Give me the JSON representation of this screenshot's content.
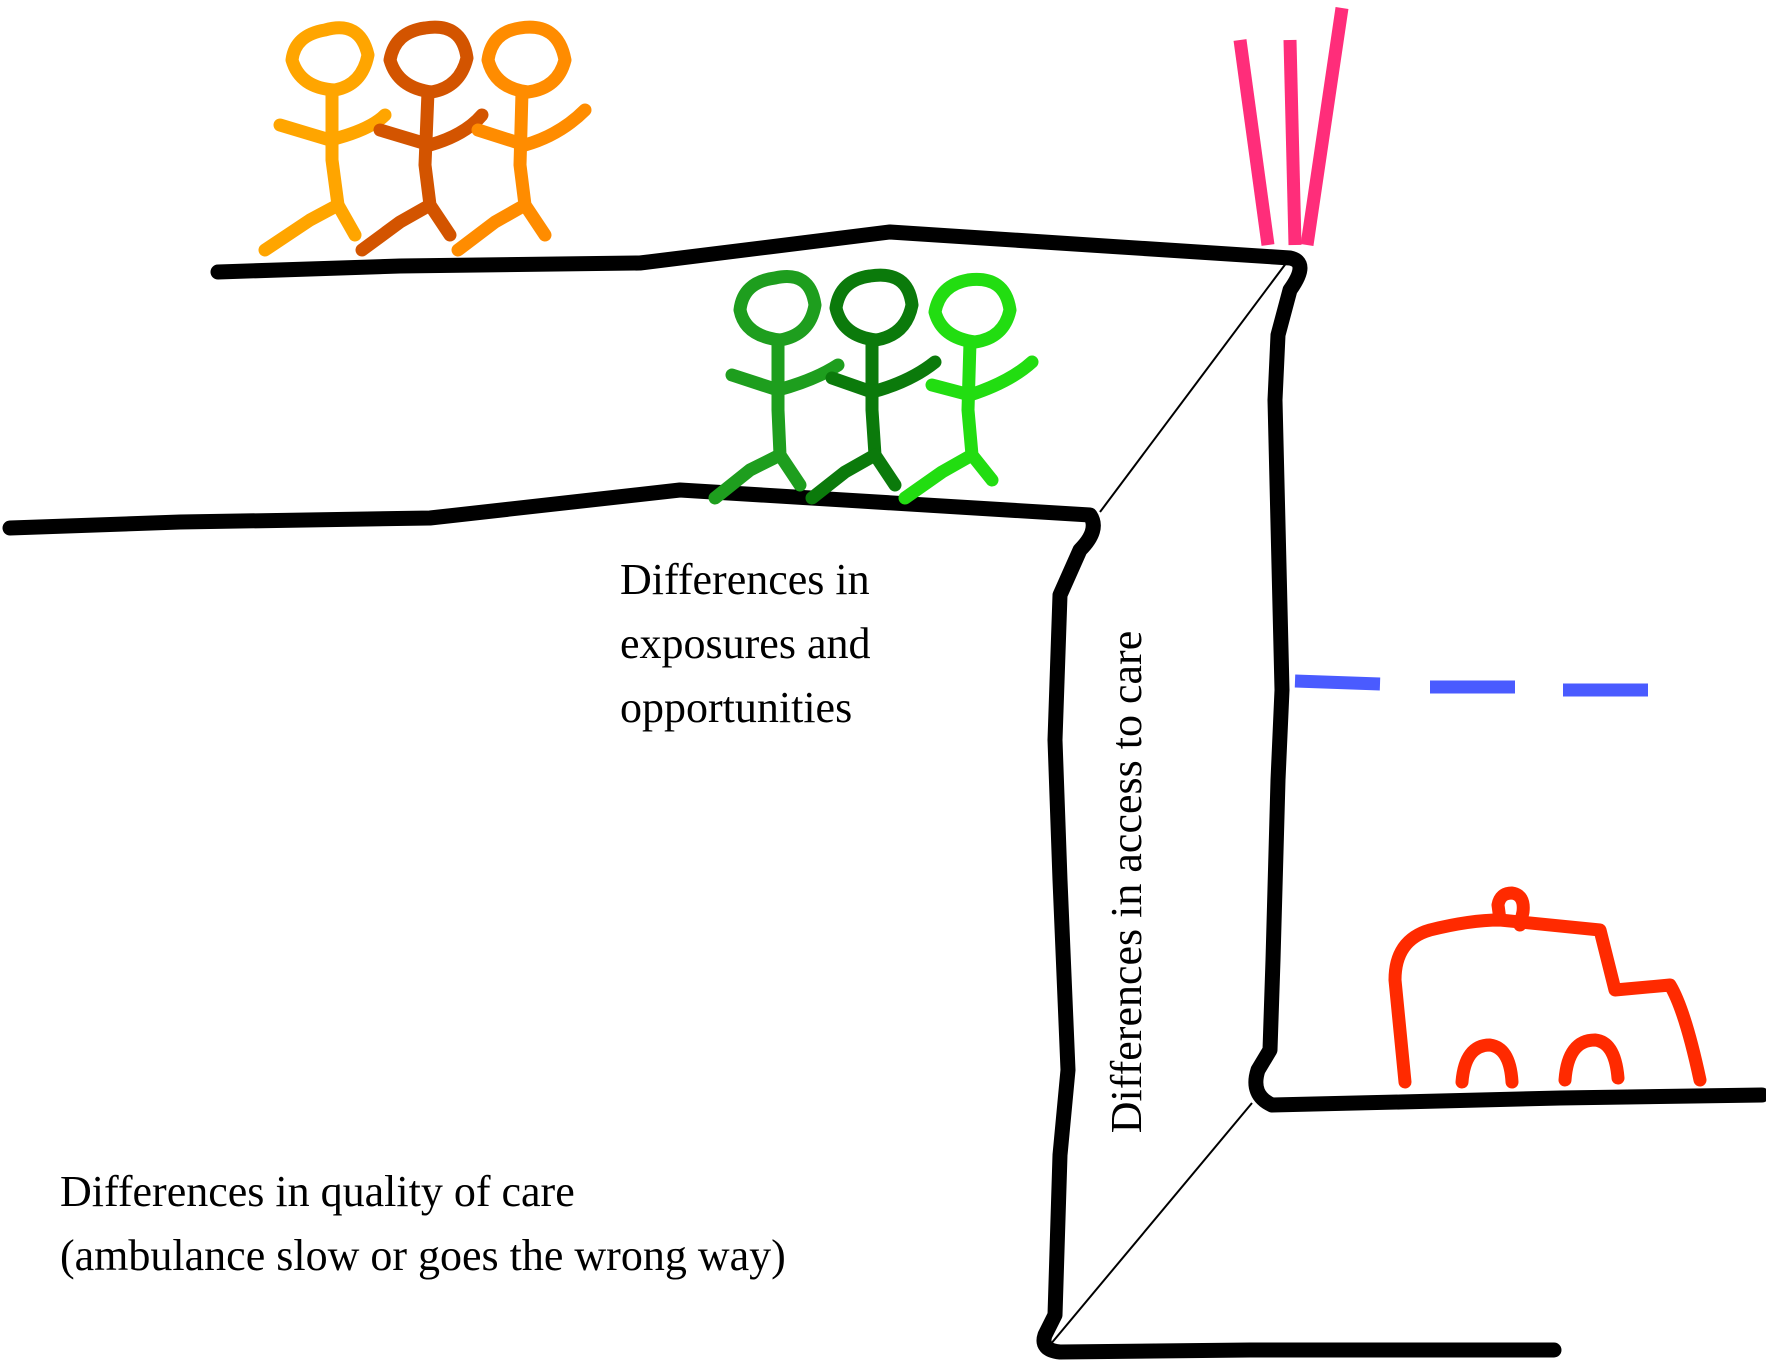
{
  "labels": {
    "exposures": [
      "Differences in",
      "exposures and",
      "opportunities"
    ],
    "access": "Differences in access to care",
    "quality": [
      "Differences in quality of care",
      "(ambulance slow or goes the wrong way)"
    ]
  },
  "colors": {
    "outline": "#000000",
    "top_group": [
      "#FFA500",
      "#D35400",
      "#FF8C00"
    ],
    "middle_group": [
      "#1E9E1E",
      "#0B7A0B",
      "#22DD11"
    ],
    "waterfall": "#FF2D7A",
    "dashes": "#4A5BFF",
    "ambulance": "#FF2A00"
  },
  "icons": [
    "stick-figure-icon",
    "waterfall-icon",
    "ambulance-icon"
  ]
}
